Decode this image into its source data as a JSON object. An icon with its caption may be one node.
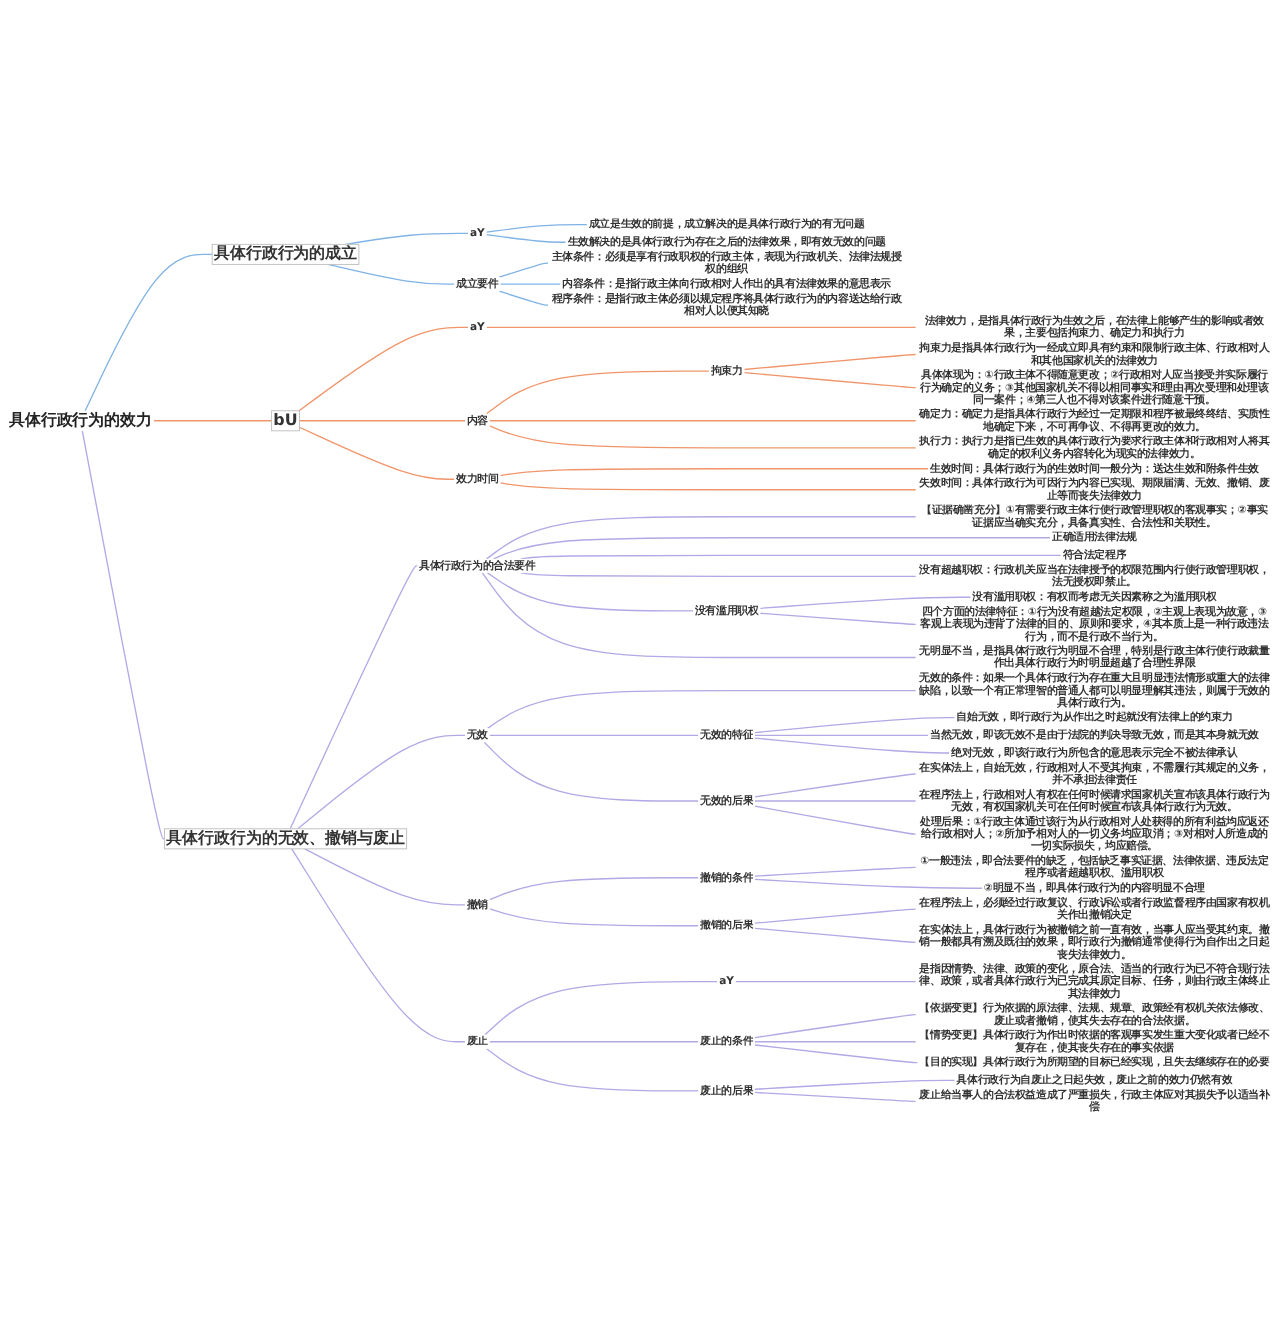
{
  "diagram": {
    "nodes": [
      {
        "text": [
          "具体行政行为的效力"
        ]
      },
      {
        "text": [
          "具体行政行为的成立"
        ]
      },
      {
        "text": [
          "aY"
        ]
      },
      {
        "text": [
          "成立是生效的前提，成立解决的是具体行政行为的有无问题"
        ]
      },
      {
        "text": [
          "生效解决的是具体行政行为存在之后的法律效果，即有效无效的问题"
        ]
      },
      {
        "text": [
          "成立要件"
        ]
      },
      {
        "text": [
          "主体条件：必须是享有行政职权的行政主体，表现为行政机关、法律法规授权的组织"
        ]
      },
      {
        "text": [
          "内容条件：是指行政主体向行政相对人作出的具有法律效果的意思表示"
        ]
      },
      {
        "text": [
          "程序条件：是指行政主体必须以规定程序将具体行政行为的内容送达给行政相对人以便其知晓"
        ]
      },
      {
        "text": [
          "bU"
        ]
      },
      {
        "text": [
          "aY"
        ]
      },
      {
        "text": [
          "法律效力，是指具体行政行为生效之后，在法律上能够产生的影响或者效果，主要包括拘束力、确定力和执行力"
        ]
      },
      {
        "text": [
          "内容"
        ]
      },
      {
        "text": [
          "拘束力"
        ]
      },
      {
        "text": [
          "拘束力是指具体行政行为一经成立即具有约束和限制行政主体、行政相对人和其他国家机关的法律效力"
        ]
      },
      {
        "text": [
          "具体体现为：①行政主体不得随意更改；②行政相对人应当接受并实际履行行为确定的义务；③其他国家机关不得以相同事实和理由再次受理和处理该同一案件；④第三人也不得对该案件进行随意干预。"
        ]
      },
      {
        "text": [
          "确定力：确定力是指具体行政行为经过一定期限和程序被最终终结、实质性地确定下来，不可再争议、不得再更改的效力。"
        ]
      },
      {
        "text": [
          "执行力：执行力是指已生效的具体行政行为要求行政主体和行政相对人将其确定的权利义务内容转化为现实的法律效力。"
        ]
      },
      {
        "text": [
          "效力时间"
        ]
      },
      {
        "text": [
          "生效时间：具体行政行为的生效时间一般分为：送达生效和附条件生效"
        ]
      },
      {
        "text": [
          "失效时间：具体行政行为可因行为内容已实现、期限届满、无效、撤销、废止等而丧失法律效力"
        ]
      },
      {
        "text": [
          "具体行政行为的无效、撤销与废止"
        ]
      },
      {
        "text": [
          "具体行政行为的合法要件"
        ]
      },
      {
        "text": [
          "【证据确凿充分】①有需要行政主体行使行政管理职权的客观事实；②事实证据应当确实充分，具备真实性、合法性和关联性。"
        ]
      },
      {
        "text": [
          "正确适用法律法规"
        ]
      },
      {
        "text": [
          "符合法定程序"
        ]
      },
      {
        "text": [
          "没有超越职权：行政机关应当在法律授予的权限范围内行使行政管理职权，法无授权即禁止。"
        ]
      },
      {
        "text": [
          "没有滥用职权"
        ]
      },
      {
        "text": [
          "没有滥用职权：有权而考虑无关因素称之为滥用职权"
        ]
      },
      {
        "text": [
          "四个方面的法律特征：①行为没有超越法定权限，②主观上表现为故意，③客观上表现为违背了法律的目的、原则和要求，④其本质上是一种行政违法行为，而不是行政不当行为。"
        ]
      },
      {
        "text": [
          "无明显不当，是指具体行政行为明显不合理，特别是行政主体行使行政裁量作出具体行政行为时明显超越了合理性界限"
        ]
      },
      {
        "text": [
          "无效"
        ]
      },
      {
        "text": [
          "无效的条件：如果一个具体行政行为存在重大且明显违法情形或重大的法律缺陷，以致一个有正常理智的普通人都可以明显理解其违法，则属于无效的具体行政行为。"
        ]
      },
      {
        "text": [
          "无效的特征"
        ]
      },
      {
        "text": [
          "自始无效，即行政行为从作出之时起就没有法律上的约束力"
        ]
      },
      {
        "text": [
          "当然无效，即该无效不是由于法院的判决导致无效，而是其本身就无效"
        ]
      },
      {
        "text": [
          "绝对无效，即该行政行为所包含的意思表示完全不被法律承认"
        ]
      },
      {
        "text": [
          "无效的后果"
        ]
      },
      {
        "text": [
          "在实体法上，自始无效，行政相对人不受其拘束，不需履行其规定的义务，并不承担法律责任"
        ]
      },
      {
        "text": [
          "在程序法上，行政相对人有权在任何时候请求国家机关宣布该具体行政行为无效，有权国家机关可在任何时候宣布该具体行政行为无效。"
        ]
      },
      {
        "text": [
          "处理后果：①行政主体通过该行为从行政相对人处获得的所有利益均应返还给行政相对人；②所加予相对人的一切义务均应取消；③对相对人所造成的一切实际损失，均应赔偿。"
        ]
      },
      {
        "text": [
          "撤销"
        ]
      },
      {
        "text": [
          "撤销的条件"
        ]
      },
      {
        "text": [
          "①一般违法，即合法要件的缺乏，包括缺乏事实证据、法律依据、违反法定程序或者超越职权、滥用职权"
        ]
      },
      {
        "text": [
          "②明显不当，即具体行政行为的内容明显不合理"
        ]
      },
      {
        "text": [
          "撤销的后果"
        ]
      },
      {
        "text": [
          "在程序法上，必须经过行政复议、行政诉讼或者行政监督程序由国家有权机关作出撤销决定"
        ]
      },
      {
        "text": [
          "在实体法上，具体行政行为被撤销之前一直有效，当事人应当受其约束。撤销一般都具有溯及既往的效果，即行政行为撤销通常使得行为自作出之日起丧失法律效力。"
        ]
      },
      {
        "text": [
          "废止"
        ]
      },
      {
        "text": [
          "aY"
        ]
      },
      {
        "text": [
          "是指因情势、法律、政策的变化，原合法、适当的行政行为已不符合现行法律、政策，或者具体行政行为已完成其原定目标、任务，则由行政主体终止其法律效力"
        ]
      },
      {
        "text": [
          "废止的条件"
        ]
      },
      {
        "text": [
          "【依据变更】行为依据的原法律、法规、规章、政策经有权机关依法修改、废止或者撤销，使其失去存在的合法依据。"
        ]
      },
      {
        "text": [
          "【情势变更】具体行政行为作出时依据的客观事实发生重大变化或者已经不复存在，使其丧失存在的事实依据"
        ]
      },
      {
        "text": [
          "【目的实现】具体行政行为所期望的目标已经实现，且失去继续存在的必要"
        ]
      },
      {
        "text": [
          "废止的后果"
        ]
      },
      {
        "text": [
          "具体行政行为自废止之日起失效，废止之前的效力仍然有效"
        ]
      },
      {
        "text": [
          "废止给当事人的合法权益造成了严重损失，行政主体应对其损失予以适当补偿"
        ]
      }
    ],
    "edges": [
      {
        "from": 0,
        "to": 1,
        "arrow": "none",
        "color": "#7fb3e6"
      },
      {
        "from": 1,
        "to": 2,
        "arrow": "none",
        "color": "#7fb3e6"
      },
      {
        "from": 2,
        "to": 3,
        "arrow": "none",
        "color": "#7fb3e6"
      },
      {
        "from": 2,
        "to": 4,
        "arrow": "none",
        "color": "#7fb3e6"
      },
      {
        "from": 1,
        "to": 5,
        "arrow": "none",
        "color": "#7fb3e6"
      },
      {
        "from": 5,
        "to": 6,
        "arrow": "none",
        "color": "#7fb3e6"
      },
      {
        "from": 5,
        "to": 7,
        "arrow": "none",
        "color": "#7fb3e6"
      },
      {
        "from": 5,
        "to": 8,
        "arrow": "none",
        "color": "#7fb3e6"
      },
      {
        "from": 0,
        "to": 9,
        "arrow": "none",
        "color": "#f0956a"
      },
      {
        "from": 9,
        "to": 10,
        "arrow": "none",
        "color": "#f0956a"
      },
      {
        "from": 10,
        "to": 11,
        "arrow": "none",
        "color": "#f0956a"
      },
      {
        "from": 9,
        "to": 12,
        "arrow": "none",
        "color": "#f0956a"
      },
      {
        "from": 12,
        "to": 13,
        "arrow": "none",
        "color": "#f0956a"
      },
      {
        "from": 13,
        "to": 14,
        "arrow": "none",
        "color": "#f0956a"
      },
      {
        "from": 13,
        "to": 15,
        "arrow": "none",
        "color": "#f0956a"
      },
      {
        "from": 12,
        "to": 16,
        "arrow": "none",
        "color": "#f0956a"
      },
      {
        "from": 12,
        "to": 17,
        "arrow": "none",
        "color": "#f0956a"
      },
      {
        "from": 9,
        "to": 18,
        "arrow": "none",
        "color": "#f0956a"
      },
      {
        "from": 18,
        "to": 19,
        "arrow": "none",
        "color": "#f0956a"
      },
      {
        "from": 18,
        "to": 20,
        "arrow": "none",
        "color": "#f0956a"
      },
      {
        "from": 0,
        "to": 21,
        "arrow": "none"
      },
      {
        "from": 21,
        "to": 22,
        "arrow": "none"
      },
      {
        "from": 22,
        "to": 23,
        "arrow": "none"
      },
      {
        "from": 22,
        "to": 24,
        "arrow": "none"
      },
      {
        "from": 22,
        "to": 25,
        "arrow": "none"
      },
      {
        "from": 22,
        "to": 26,
        "arrow": "none"
      },
      {
        "from": 22,
        "to": 27,
        "arrow": "none"
      },
      {
        "from": 27,
        "to": 28,
        "arrow": "none"
      },
      {
        "from": 27,
        "to": 29,
        "arrow": "none"
      },
      {
        "from": 22,
        "to": 30,
        "arrow": "none"
      },
      {
        "from": 21,
        "to": 31,
        "arrow": "none"
      },
      {
        "from": 31,
        "to": 32,
        "arrow": "none"
      },
      {
        "from": 31,
        "to": 33,
        "arrow": "none"
      },
      {
        "from": 33,
        "to": 34,
        "arrow": "none"
      },
      {
        "from": 33,
        "to": 35,
        "arrow": "none"
      },
      {
        "from": 33,
        "to": 36,
        "arrow": "none"
      },
      {
        "from": 31,
        "to": 37,
        "arrow": "none"
      },
      {
        "from": 37,
        "to": 38,
        "arrow": "none"
      },
      {
        "from": 37,
        "to": 39,
        "arrow": "none"
      },
      {
        "from": 37,
        "to": 40,
        "arrow": "none"
      },
      {
        "from": 21,
        "to": 41,
        "arrow": "none"
      },
      {
        "from": 41,
        "to": 42,
        "arrow": "none"
      },
      {
        "from": 42,
        "to": 43,
        "arrow": "none"
      },
      {
        "from": 42,
        "to": 44,
        "arrow": "none"
      },
      {
        "from": 41,
        "to": 45,
        "arrow": "none"
      },
      {
        "from": 45,
        "to": 46,
        "arrow": "none"
      },
      {
        "from": 45,
        "to": 47,
        "arrow": "none"
      },
      {
        "from": 21,
        "to": 48,
        "arrow": "none"
      },
      {
        "from": 48,
        "to": 49,
        "arrow": "none"
      },
      {
        "from": 49,
        "to": 50,
        "arrow": "none"
      },
      {
        "from": 48,
        "to": 51,
        "arrow": "none"
      },
      {
        "from": 51,
        "to": 52,
        "arrow": "none"
      },
      {
        "from": 51,
        "to": 53,
        "arrow": "none"
      },
      {
        "from": 51,
        "to": 54,
        "arrow": "none"
      },
      {
        "from": 48,
        "to": 55,
        "arrow": "none"
      },
      {
        "from": 55,
        "to": 56,
        "arrow": "none"
      },
      {
        "from": 55,
        "to": 57,
        "arrow": "none"
      }
    ]
  }
}
